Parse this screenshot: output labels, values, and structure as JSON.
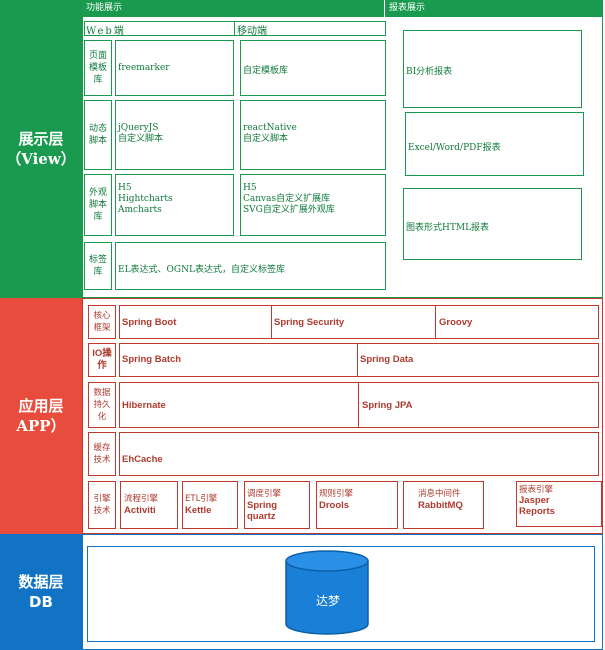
{
  "colors": {
    "view": "#1a9a4e",
    "app": "#e74c3c",
    "db": "#1273c4"
  },
  "view": {
    "title": "展示层\n（View）",
    "func_header": "功能展示",
    "report_header": "报表展示",
    "web": "Web端",
    "mobile": "移动端",
    "rows": {
      "template": {
        "side": "页面\n模板\n库",
        "web": "freemarker",
        "mobile": "自定模板库"
      },
      "script": {
        "side": "动态\n脚本",
        "web": "jQueryJS\n自定义脚本",
        "mobile": "reactNative\n自定义脚本"
      },
      "look": {
        "side": "外观\n脚本\n库",
        "web": "H5\nHightcharts\nAmcharts",
        "mobile": "H5\nCanvas自定义扩展库\nSVG自定义扩展外观库"
      },
      "tag": {
        "side": "标签\n库",
        "content": "EL表达式、OGNL表达式，自定义标签库"
      }
    },
    "reports": {
      "bi": "BI分析报表",
      "office": "Excel/Word/PDF报表",
      "html": "图表形式HTML报表"
    }
  },
  "app": {
    "title": "应用层\nAPP）",
    "rows": {
      "core": {
        "side": "核心\n框架",
        "items": [
          "Spring Boot",
          "Spring Security",
          "Groovy"
        ]
      },
      "io": {
        "side": "IO操\n作",
        "items": [
          "Spring Batch",
          "Spring Data"
        ]
      },
      "persist": {
        "side": "数据\n持久\n化",
        "items": [
          "Hibernate",
          "Spring JPA"
        ]
      },
      "cache": {
        "side": "缓存\n技术",
        "items": [
          "EhCache"
        ]
      },
      "engine": {
        "side": "引擎\n技术",
        "items": [
          {
            "cap": "流程引擎",
            "name": "Activiti"
          },
          {
            "cap": "ETL引擎",
            "name": "Kettle"
          },
          {
            "cap": "调度引擎",
            "name": "Spring\nquartz"
          },
          {
            "cap": "规则引擎",
            "name": "Drools"
          },
          {
            "cap": "消息中间件",
            "name": "RabbitMQ"
          },
          {
            "cap": "报表引擎",
            "name": "Jasper\nReports"
          }
        ]
      }
    }
  },
  "db": {
    "title": "数据层\nDB",
    "database": "达梦"
  }
}
